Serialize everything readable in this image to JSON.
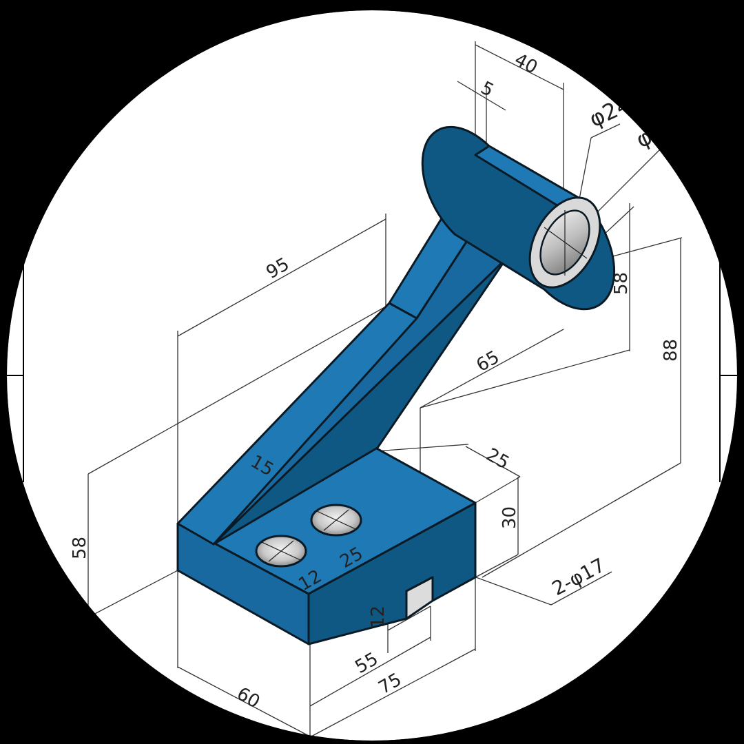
{
  "colors": {
    "background": "#000000",
    "paper": "#ffffff",
    "part_top": "#1f79b5",
    "part_left": "#1769a0",
    "part_right": "#0f5883",
    "outline": "#0a1a24",
    "hole_light": "#e6e6e6",
    "hole_dark": "#8a8a8a",
    "dimension": "#333333"
  },
  "dimensions": {
    "d40": "40",
    "d5": "5",
    "d_phi24": "φ24",
    "d_phi_partial": "φ",
    "d95": "95",
    "d58_right": "58",
    "d88": "88",
    "d65": "65",
    "d15": "15",
    "d25_top": "25",
    "d30": "30",
    "d25_holes": "25",
    "d12_holes": "12",
    "d2phi17": "2-φ17",
    "d58_left": "58",
    "d12_slot": "12",
    "d55": "55",
    "d75": "75",
    "d60": "60"
  },
  "icons": [
    "drawing-viewport",
    "bracket-part",
    "bore-hole",
    "mounting-hole"
  ]
}
